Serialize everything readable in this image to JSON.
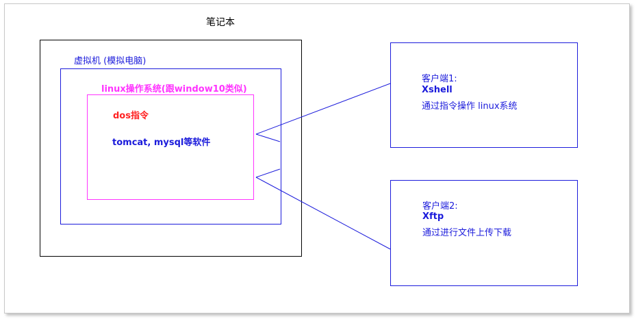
{
  "laptop": {
    "title": "笔记本"
  },
  "vm": {
    "label": "虚拟机 (模拟电脑)"
  },
  "linux": {
    "label": "linux操作系统(跟window10类似)",
    "dos_label": "dos指令",
    "software_label": "tomcat, mysql等软件"
  },
  "client1": {
    "title": "客户端1:",
    "app": "Xshell",
    "desc": "通过指令操作 linux系统"
  },
  "client2": {
    "title": "客户端2:",
    "app": "Xftp",
    "desc": "通过进行文件上传下载"
  },
  "colors": {
    "laptop_border": "#000000",
    "blue": "#1a1adb",
    "magenta": "#ff33ff",
    "red": "#ff2222",
    "frame": "#c8c8c8"
  }
}
